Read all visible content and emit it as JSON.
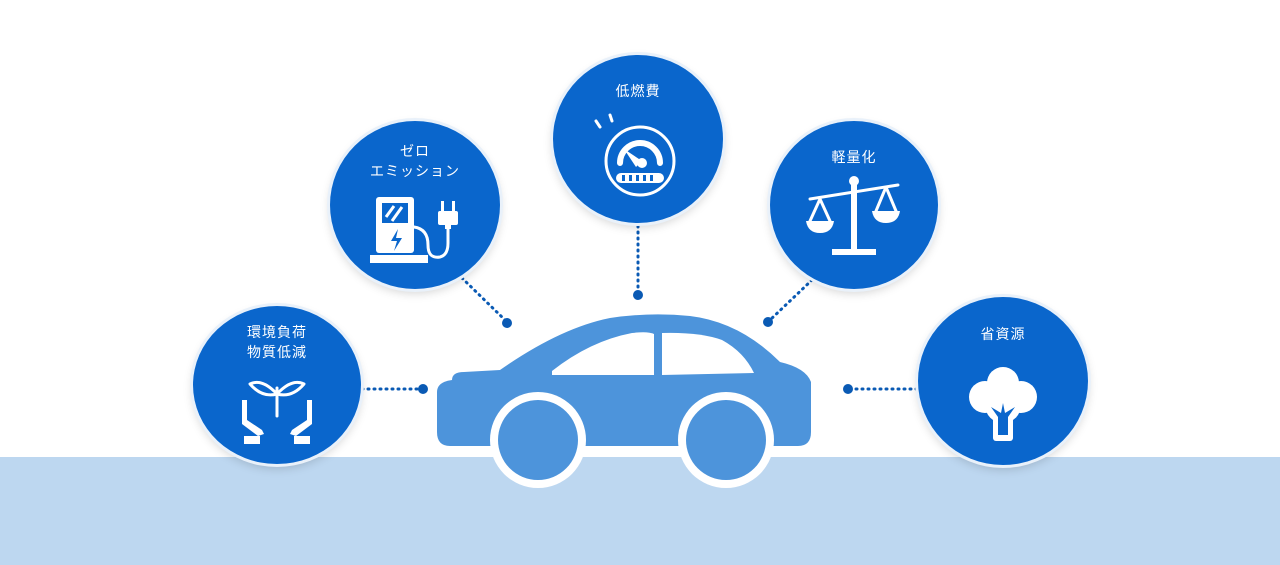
{
  "features": {
    "environment": "環境負荷\n物質低減",
    "zero_emission": "ゼロ\nエミッション",
    "fuel_economy": "低燃費",
    "lightweight": "軽量化",
    "resource_saving": "省資源"
  },
  "colors": {
    "badge_blue": "#0a66cc",
    "car_blue": "#4d94db",
    "ground": "#bdd7f0",
    "connector": "#0a5ab4"
  },
  "icons": [
    "plant-hands-icon",
    "charging-station-icon",
    "speedometer-icon",
    "balance-scale-icon",
    "tree-icon"
  ]
}
